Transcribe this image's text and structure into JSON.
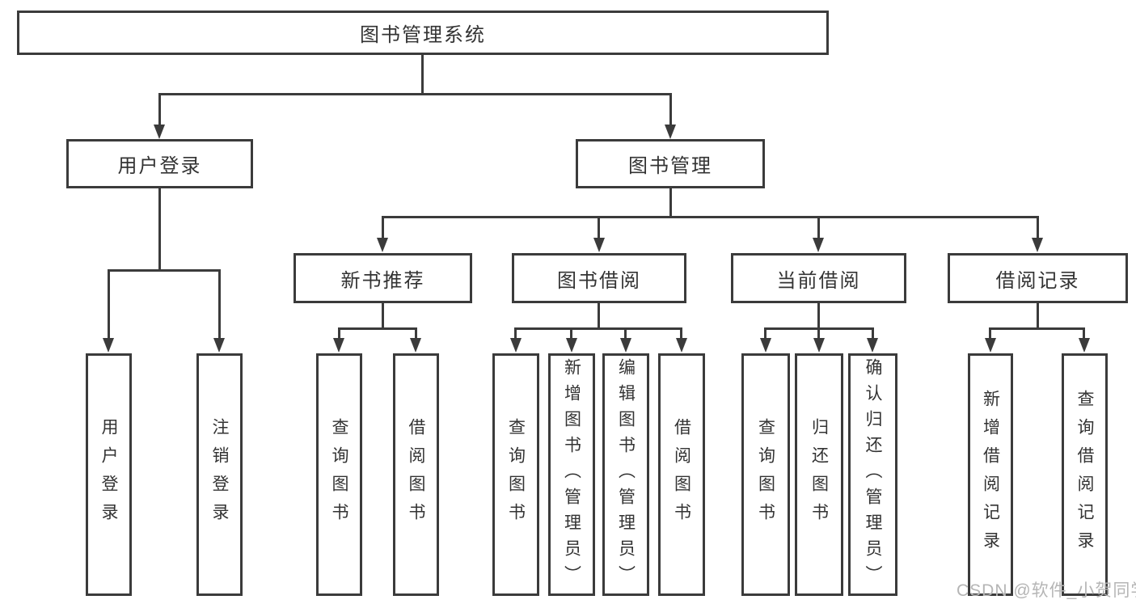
{
  "colors": {
    "line": "#3b3b3b",
    "text": "#333333",
    "watermark": "#b5b5b5",
    "background": "#ffffff"
  },
  "diagram": {
    "root": {
      "label": "图书管理系统",
      "children": [
        {
          "label": "用户登录",
          "children": [
            {
              "label": "用户登录"
            },
            {
              "label": "注销登录"
            }
          ]
        },
        {
          "label": "图书管理",
          "children": [
            {
              "label": "新书推荐",
              "children": [
                {
                  "label": "查询图书"
                },
                {
                  "label": "借阅图书"
                }
              ]
            },
            {
              "label": "图书借阅",
              "children": [
                {
                  "label": "查询图书"
                },
                {
                  "label": "新增图书（管理员）"
                },
                {
                  "label": "编辑图书（管理员）"
                },
                {
                  "label": "借阅图书"
                }
              ]
            },
            {
              "label": "当前借阅",
              "children": [
                {
                  "label": "查询图书"
                },
                {
                  "label": "归还图书"
                },
                {
                  "label": "确认归还（管理员）"
                }
              ]
            },
            {
              "label": "借阅记录",
              "children": [
                {
                  "label": "新增借阅记录"
                },
                {
                  "label": "查询借阅记录"
                }
              ]
            }
          ]
        }
      ]
    }
  },
  "watermark": {
    "text": "CSDN @软件_小贺同学"
  }
}
